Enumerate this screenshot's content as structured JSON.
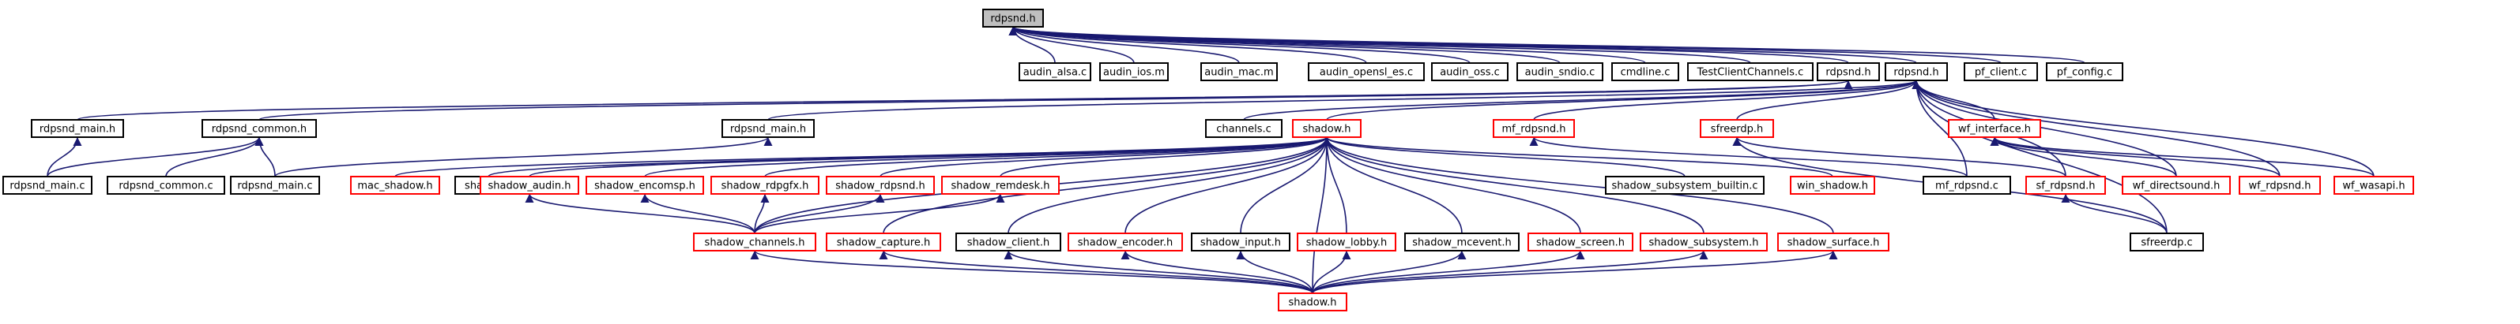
{
  "graph": {
    "title": "",
    "colors": {
      "edge": "#191970",
      "normal_border": "#000000",
      "missing_border": "#ff0000",
      "root_fill": "#bfbfbf"
    },
    "nodes": [
      {
        "id": "rdpsnd_h_root",
        "label": "rdpsnd.h",
        "style": "root"
      },
      {
        "id": "audin_alsa_c",
        "label": "audin_alsa.c",
        "style": "black"
      },
      {
        "id": "audin_ios_m",
        "label": "audin_ios.m",
        "style": "black"
      },
      {
        "id": "audin_mac_m",
        "label": "audin_mac.m",
        "style": "black"
      },
      {
        "id": "audin_opensl_es_c",
        "label": "audin_opensl_es.c",
        "style": "black"
      },
      {
        "id": "audin_oss_c",
        "label": "audin_oss.c",
        "style": "black"
      },
      {
        "id": "audin_sndio_c",
        "label": "audin_sndio.c",
        "style": "black"
      },
      {
        "id": "cmdline_c",
        "label": "cmdline.c",
        "style": "black"
      },
      {
        "id": "testclientchannels_c",
        "label": "TestClientChannels.c",
        "style": "black"
      },
      {
        "id": "rdpsnd_h_client",
        "label": "rdpsnd.h",
        "style": "black"
      },
      {
        "id": "rdpsnd_h_server",
        "label": "rdpsnd.h",
        "style": "black"
      },
      {
        "id": "pf_client_c",
        "label": "pf_client.c",
        "style": "black"
      },
      {
        "id": "pf_config_c",
        "label": "pf_config.c",
        "style": "black"
      },
      {
        "id": "rdpsnd_main_h_a",
        "label": "rdpsnd_main.h",
        "style": "black"
      },
      {
        "id": "rdpsnd_common_h",
        "label": "rdpsnd_common.h",
        "style": "black"
      },
      {
        "id": "rdpsnd_main_h_b",
        "label": "rdpsnd_main.h",
        "style": "black"
      },
      {
        "id": "channels_c",
        "label": "channels.c",
        "style": "black"
      },
      {
        "id": "shadow_h_top",
        "label": "shadow.h",
        "style": "red"
      },
      {
        "id": "mf_rdpsnd_h",
        "label": "mf_rdpsnd.h",
        "style": "red"
      },
      {
        "id": "sfreerdp_h",
        "label": "sfreerdp.h",
        "style": "red"
      },
      {
        "id": "wf_interface_h",
        "label": "wf_interface.h",
        "style": "red"
      },
      {
        "id": "rdpsnd_main_c_a",
        "label": "rdpsnd_main.c",
        "style": "black"
      },
      {
        "id": "rdpsnd_common_c",
        "label": "rdpsnd_common.c",
        "style": "black"
      },
      {
        "id": "rdpsnd_main_c_b",
        "label": "rdpsnd_main.c",
        "style": "black"
      },
      {
        "id": "mac_shadow_h",
        "label": "mac_shadow.h",
        "style": "red"
      },
      {
        "id": "shadow_c",
        "label": "shadow.c",
        "style": "black"
      },
      {
        "id": "shadow_subsystem_builtin_c",
        "label": "shadow_subsystem_builtin.c",
        "style": "black"
      },
      {
        "id": "win_shadow_h",
        "label": "win_shadow.h",
        "style": "red"
      },
      {
        "id": "mf_rdpsnd_c",
        "label": "mf_rdpsnd.c",
        "style": "black"
      },
      {
        "id": "sf_rdpsnd_h",
        "label": "sf_rdpsnd.h",
        "style": "red"
      },
      {
        "id": "wf_directsound_h",
        "label": "wf_directsound.h",
        "style": "red"
      },
      {
        "id": "wf_rdpsnd_h",
        "label": "wf_rdpsnd.h",
        "style": "red"
      },
      {
        "id": "wf_wasapi_h",
        "label": "wf_wasapi.h",
        "style": "red"
      },
      {
        "id": "shadow_audin_h",
        "label": "shadow_audin.h",
        "style": "red"
      },
      {
        "id": "shadow_encomsp_h",
        "label": "shadow_encomsp.h",
        "style": "red"
      },
      {
        "id": "shadow_rdpgfx_h",
        "label": "shadow_rdpgfx.h",
        "style": "red"
      },
      {
        "id": "shadow_rdpsnd_h",
        "label": "shadow_rdpsnd.h",
        "style": "red"
      },
      {
        "id": "shadow_remdesk_h",
        "label": "shadow_remdesk.h",
        "style": "red"
      },
      {
        "id": "sfreerdp_c",
        "label": "sfreerdp.c",
        "style": "black"
      },
      {
        "id": "shadow_channels_h",
        "label": "shadow_channels.h",
        "style": "red"
      },
      {
        "id": "shadow_capture_h",
        "label": "shadow_capture.h",
        "style": "red"
      },
      {
        "id": "shadow_client_h",
        "label": "shadow_client.h",
        "style": "black"
      },
      {
        "id": "shadow_encoder_h",
        "label": "shadow_encoder.h",
        "style": "red"
      },
      {
        "id": "shadow_input_h",
        "label": "shadow_input.h",
        "style": "black"
      },
      {
        "id": "shadow_lobby_h",
        "label": "shadow_lobby.h",
        "style": "red"
      },
      {
        "id": "shadow_mcevent_h",
        "label": "shadow_mcevent.h",
        "style": "black"
      },
      {
        "id": "shadow_screen_h",
        "label": "shadow_screen.h",
        "style": "red"
      },
      {
        "id": "shadow_subsystem_h",
        "label": "shadow_subsystem.h",
        "style": "red"
      },
      {
        "id": "shadow_surface_h",
        "label": "shadow_surface.h",
        "style": "red"
      },
      {
        "id": "shadow_h_bottom",
        "label": "shadow.h",
        "style": "red"
      }
    ],
    "edges": [
      [
        "audin_alsa_c",
        "rdpsnd_h_root"
      ],
      [
        "audin_ios_m",
        "rdpsnd_h_root"
      ],
      [
        "audin_mac_m",
        "rdpsnd_h_root"
      ],
      [
        "audin_opensl_es_c",
        "rdpsnd_h_root"
      ],
      [
        "audin_oss_c",
        "rdpsnd_h_root"
      ],
      [
        "audin_sndio_c",
        "rdpsnd_h_root"
      ],
      [
        "cmdline_c",
        "rdpsnd_h_root"
      ],
      [
        "testclientchannels_c",
        "rdpsnd_h_root"
      ],
      [
        "rdpsnd_h_client",
        "rdpsnd_h_root"
      ],
      [
        "rdpsnd_h_server",
        "rdpsnd_h_root"
      ],
      [
        "pf_client_c",
        "rdpsnd_h_root"
      ],
      [
        "pf_config_c",
        "rdpsnd_h_root"
      ],
      [
        "rdpsnd_main_h_a",
        "rdpsnd_h_client"
      ],
      [
        "rdpsnd_common_h",
        "rdpsnd_h_client"
      ],
      [
        "rdpsnd_main_h_b",
        "rdpsnd_h_server"
      ],
      [
        "channels_c",
        "rdpsnd_h_server"
      ],
      [
        "shadow_h_top",
        "rdpsnd_h_server"
      ],
      [
        "mf_rdpsnd_h",
        "rdpsnd_h_server"
      ],
      [
        "sfreerdp_h",
        "rdpsnd_h_server"
      ],
      [
        "wf_interface_h",
        "rdpsnd_h_server"
      ],
      [
        "mf_rdpsnd_c",
        "rdpsnd_h_server"
      ],
      [
        "sf_rdpsnd_h",
        "rdpsnd_h_server"
      ],
      [
        "wf_directsound_h",
        "rdpsnd_h_server"
      ],
      [
        "wf_rdpsnd_h",
        "rdpsnd_h_server"
      ],
      [
        "wf_wasapi_h",
        "rdpsnd_h_server"
      ],
      [
        "sfreerdp_c",
        "rdpsnd_h_server"
      ],
      [
        "rdpsnd_main_c_a",
        "rdpsnd_main_h_a"
      ],
      [
        "rdpsnd_main_c_a",
        "rdpsnd_common_h"
      ],
      [
        "rdpsnd_common_c",
        "rdpsnd_common_h"
      ],
      [
        "rdpsnd_main_c_b",
        "rdpsnd_common_h"
      ],
      [
        "rdpsnd_main_c_b",
        "rdpsnd_main_h_b"
      ],
      [
        "mac_shadow_h",
        "shadow_h_top"
      ],
      [
        "shadow_c",
        "shadow_h_top"
      ],
      [
        "shadow_subsystem_builtin_c",
        "shadow_h_top"
      ],
      [
        "win_shadow_h",
        "shadow_h_top"
      ],
      [
        "shadow_audin_h",
        "shadow_h_top"
      ],
      [
        "shadow_encomsp_h",
        "shadow_h_top"
      ],
      [
        "shadow_rdpgfx_h",
        "shadow_h_top"
      ],
      [
        "shadow_rdpsnd_h",
        "shadow_h_top"
      ],
      [
        "shadow_remdesk_h",
        "shadow_h_top"
      ],
      [
        "shadow_channels_h",
        "shadow_h_top"
      ],
      [
        "shadow_capture_h",
        "shadow_h_top"
      ],
      [
        "shadow_client_h",
        "shadow_h_top"
      ],
      [
        "shadow_encoder_h",
        "shadow_h_top"
      ],
      [
        "shadow_input_h",
        "shadow_h_top"
      ],
      [
        "shadow_lobby_h",
        "shadow_h_top"
      ],
      [
        "shadow_mcevent_h",
        "shadow_h_top"
      ],
      [
        "shadow_screen_h",
        "shadow_h_top"
      ],
      [
        "shadow_subsystem_h",
        "shadow_h_top"
      ],
      [
        "shadow_surface_h",
        "shadow_h_top"
      ],
      [
        "shadow_h_bottom",
        "shadow_h_top"
      ],
      [
        "shadow_channels_h",
        "shadow_audin_h"
      ],
      [
        "shadow_channels_h",
        "shadow_encomsp_h"
      ],
      [
        "shadow_channels_h",
        "shadow_rdpgfx_h"
      ],
      [
        "shadow_channels_h",
        "shadow_rdpsnd_h"
      ],
      [
        "shadow_channels_h",
        "shadow_remdesk_h"
      ],
      [
        "shadow_h_bottom",
        "shadow_channels_h"
      ],
      [
        "shadow_h_bottom",
        "shadow_capture_h"
      ],
      [
        "shadow_h_bottom",
        "shadow_client_h"
      ],
      [
        "shadow_h_bottom",
        "shadow_encoder_h"
      ],
      [
        "shadow_h_bottom",
        "shadow_input_h"
      ],
      [
        "shadow_h_bottom",
        "shadow_lobby_h"
      ],
      [
        "shadow_h_bottom",
        "shadow_mcevent_h"
      ],
      [
        "shadow_h_bottom",
        "shadow_screen_h"
      ],
      [
        "shadow_h_bottom",
        "shadow_subsystem_h"
      ],
      [
        "shadow_h_bottom",
        "shadow_surface_h"
      ],
      [
        "mf_rdpsnd_c",
        "mf_rdpsnd_h"
      ],
      [
        "sf_rdpsnd_h",
        "sfreerdp_h"
      ],
      [
        "sfreerdp_c",
        "sfreerdp_h"
      ],
      [
        "sfreerdp_c",
        "sf_rdpsnd_h"
      ],
      [
        "wf_directsound_h",
        "wf_interface_h"
      ],
      [
        "wf_rdpsnd_h",
        "wf_interface_h"
      ],
      [
        "wf_wasapi_h",
        "wf_interface_h"
      ]
    ]
  }
}
